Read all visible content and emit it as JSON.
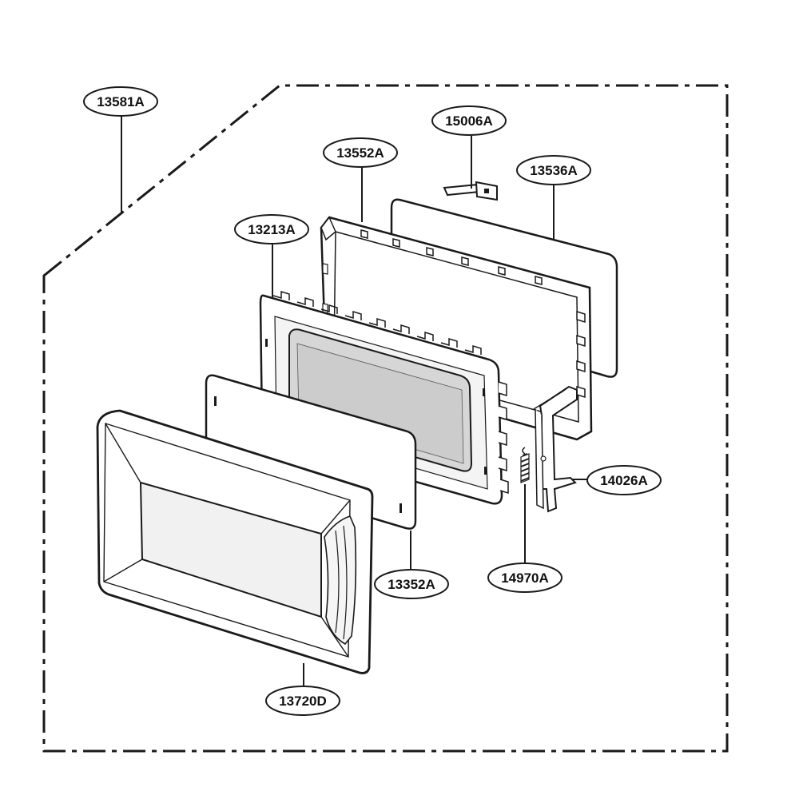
{
  "diagram": {
    "colors": {
      "line": "#1a1a1a",
      "part_fill": "#ffffff",
      "glass_fill": "#d6d6d6",
      "shade": "#efefef"
    },
    "callouts": {
      "assembly": "13581A",
      "hinge_plate": "15006A",
      "door_frame": "13552A",
      "choke_cover": "13536A",
      "inner_door": "13213A",
      "latch_hook": "14026A",
      "door_screen": "13352A",
      "spring": "14970A",
      "door_panel": "13720D"
    }
  }
}
